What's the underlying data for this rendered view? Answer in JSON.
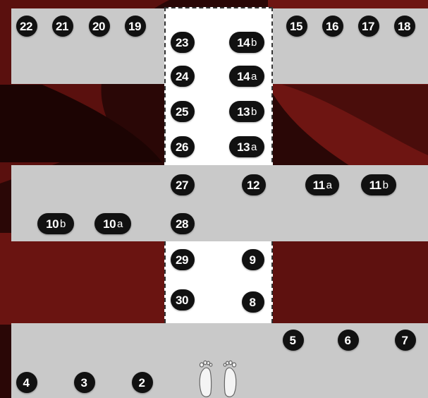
{
  "colors": {
    "background_dark": "#2a0706",
    "background_red": "#6e1512",
    "panel": "#c9c9c9",
    "walkway": "#ffffff",
    "marker": "#111111",
    "marker_text": "#ffffff"
  },
  "markers": [
    {
      "id": "22",
      "num": "22",
      "suffix": ""
    },
    {
      "id": "21",
      "num": "21",
      "suffix": ""
    },
    {
      "id": "20",
      "num": "20",
      "suffix": ""
    },
    {
      "id": "19",
      "num": "19",
      "suffix": ""
    },
    {
      "id": "15",
      "num": "15",
      "suffix": ""
    },
    {
      "id": "16",
      "num": "16",
      "suffix": ""
    },
    {
      "id": "17",
      "num": "17",
      "suffix": ""
    },
    {
      "id": "18",
      "num": "18",
      "suffix": ""
    },
    {
      "id": "23",
      "num": "23",
      "suffix": ""
    },
    {
      "id": "14b",
      "num": "14",
      "suffix": "b"
    },
    {
      "id": "24",
      "num": "24",
      "suffix": ""
    },
    {
      "id": "14a",
      "num": "14",
      "suffix": "a"
    },
    {
      "id": "25",
      "num": "25",
      "suffix": ""
    },
    {
      "id": "13b",
      "num": "13",
      "suffix": "b"
    },
    {
      "id": "26",
      "num": "26",
      "suffix": ""
    },
    {
      "id": "13a",
      "num": "13",
      "suffix": "a"
    },
    {
      "id": "27",
      "num": "27",
      "suffix": ""
    },
    {
      "id": "12",
      "num": "12",
      "suffix": ""
    },
    {
      "id": "11a",
      "num": "11",
      "suffix": "a"
    },
    {
      "id": "11b",
      "num": "11",
      "suffix": "b"
    },
    {
      "id": "10b",
      "num": "10",
      "suffix": "b"
    },
    {
      "id": "10a",
      "num": "10",
      "suffix": "a"
    },
    {
      "id": "28",
      "num": "28",
      "suffix": ""
    },
    {
      "id": "29",
      "num": "29",
      "suffix": ""
    },
    {
      "id": "9",
      "num": "9",
      "suffix": ""
    },
    {
      "id": "30",
      "num": "30",
      "suffix": ""
    },
    {
      "id": "8",
      "num": "8",
      "suffix": ""
    },
    {
      "id": "5",
      "num": "5",
      "suffix": ""
    },
    {
      "id": "6",
      "num": "6",
      "suffix": ""
    },
    {
      "id": "7",
      "num": "7",
      "suffix": ""
    },
    {
      "id": "4",
      "num": "4",
      "suffix": ""
    },
    {
      "id": "3",
      "num": "3",
      "suffix": ""
    },
    {
      "id": "2",
      "num": "2",
      "suffix": ""
    }
  ],
  "start_icon": "footprints-icon"
}
